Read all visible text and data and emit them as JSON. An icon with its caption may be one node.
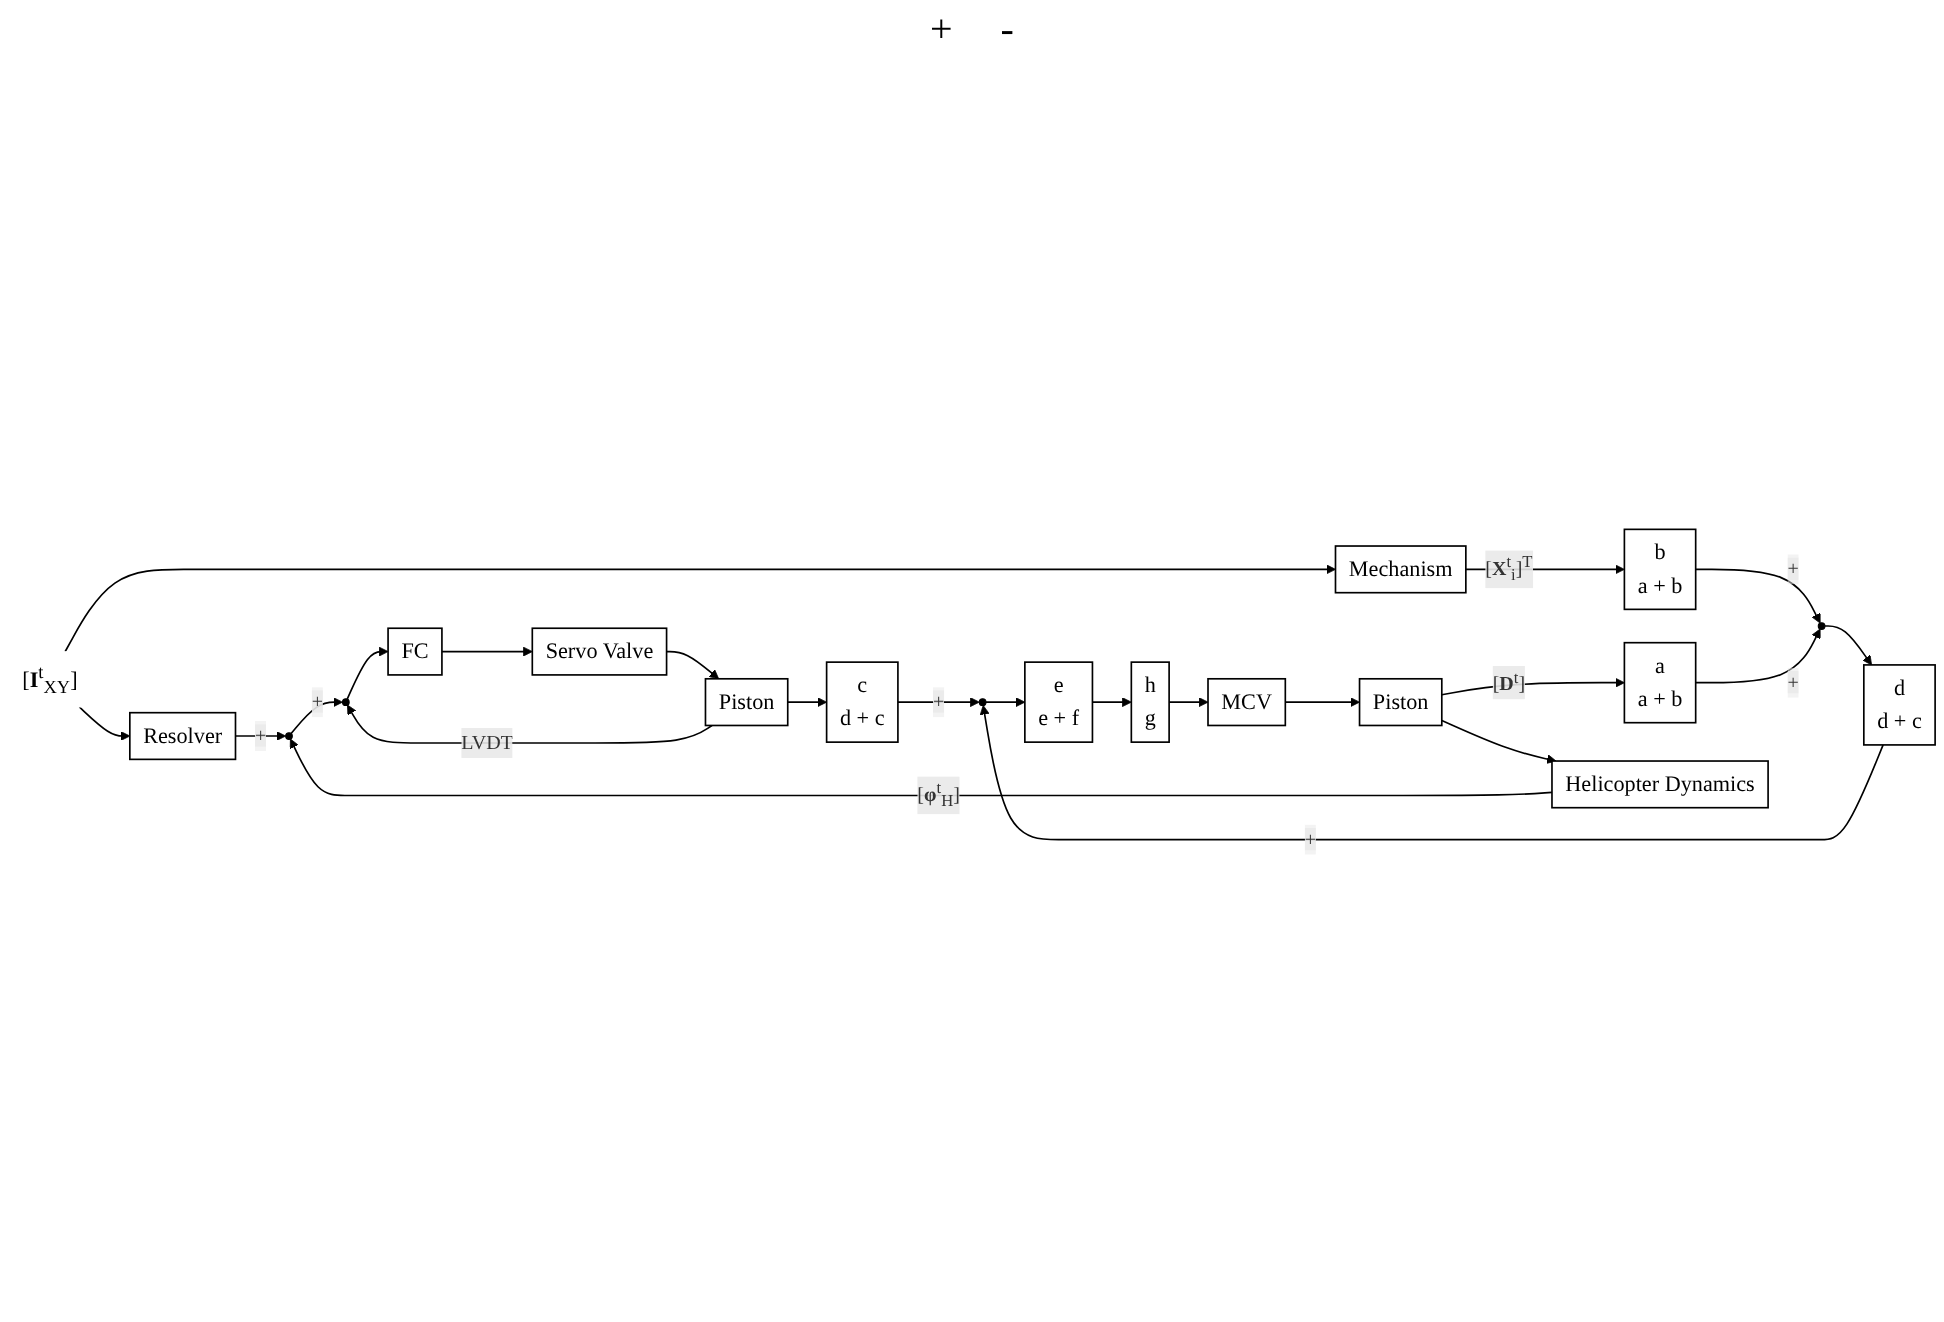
{
  "diagram": {
    "nodes": [
      {
        "text": [
          "Resolver"
        ]
      },
      {
        "text": [],
        "shape": "circle"
      },
      {
        "text": [],
        "shape": "circle"
      },
      {
        "text": [
          "FC"
        ]
      },
      {
        "text": [
          "Servo Valve"
        ]
      },
      {
        "text": [
          "Piston"
        ]
      },
      {
        "text": [
          "c",
          "d + c"
        ]
      },
      {
        "text": [
          "Mechanism"
        ]
      },
      {
        "text": [
          "b",
          "a + b"
        ]
      },
      {
        "text": [],
        "shape": "circle"
      },
      {
        "text": [
          "d",
          "d + c"
        ]
      },
      {
        "text": [],
        "shape": "circle"
      },
      {
        "text": [
          "e",
          "e + f"
        ]
      },
      {
        "text": [
          "h",
          "g"
        ]
      },
      {
        "text": [
          "MCV"
        ]
      },
      {
        "text": [
          "Piston"
        ]
      },
      {
        "text": [
          "a",
          "a + b"
        ]
      },
      {
        "text": [
          "Helicopter Dynamics"
        ]
      },
      {
        "text": [
          "[**I**$^{t}$$_{XY}$]"
        ]
      }
    ],
    "edges": [
      {
        "from": 18,
        "to": 0,
        "arrow": "to"
      },
      {
        "from": 18,
        "to": 7,
        "arrow": "to"
      },
      {
        "from": 0,
        "to": 1,
        "arrow": "to",
        "label": "+"
      },
      {
        "from": 17,
        "to": 1,
        "arrow": "to",
        "label": "[**φ**$^{t}$$_{H}$]"
      },
      {
        "from": 1,
        "to": 2,
        "arrow": "to",
        "label": "+"
      },
      {
        "from": 2,
        "to": 3,
        "arrow": "to"
      },
      {
        "from": 3,
        "to": 4,
        "arrow": "to"
      },
      {
        "from": 4,
        "to": 5,
        "arrow": "to"
      },
      {
        "from": 5,
        "to": 6,
        "arrow": "to"
      },
      {
        "from": 5,
        "to": 2,
        "arrow": "to",
        "label": "LVDT"
      },
      {
        "from": 6,
        "to": 11,
        "arrow": "to",
        "label": "+"
      },
      {
        "from": 7,
        "to": 8,
        "arrow": "to",
        "label": "[**X**$^{t}$$_{i}$]$^{T}$"
      },
      {
        "from": 8,
        "to": 9,
        "arrow": "to",
        "label": "+"
      },
      {
        "from": 9,
        "to": 10,
        "arrow": "to"
      },
      {
        "from": 10,
        "to": 11,
        "arrow": "to",
        "label": "+"
      },
      {
        "from": 11,
        "to": 12,
        "arrow": "to"
      },
      {
        "from": 12,
        "to": 13,
        "arrow": "to"
      },
      {
        "from": 13,
        "to": 14,
        "arrow": "to"
      },
      {
        "from": 14,
        "to": 15,
        "arrow": "to"
      },
      {
        "from": 15,
        "to": 16,
        "arrow": "to",
        "label": "[**D**$^{t}$]"
      },
      {
        "from": 15,
        "to": 17,
        "arrow": "to"
      },
      {
        "from": 16,
        "to": 9,
        "arrow": "to",
        "label": "+"
      }
    ],
    "labels": [
      "+",
      "-"
    ]
  }
}
